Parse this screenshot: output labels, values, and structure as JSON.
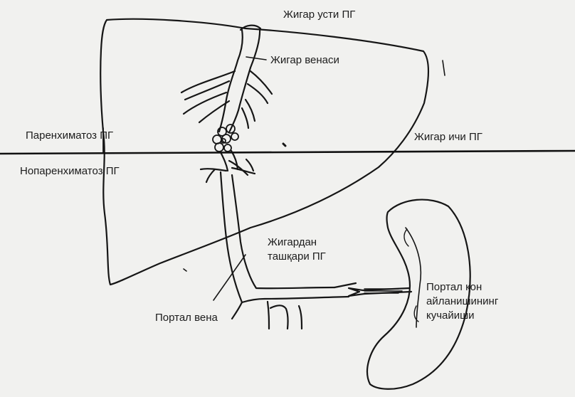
{
  "labels": {
    "suprahepatic": "Жигар усти ПГ",
    "hepatic_vein": "Жигар венаси",
    "parenchymal": "Паренхиматоз ПГ",
    "intrahepatic": "Жигар ичи ПГ",
    "nonparenchymal": "Нопаренхиматоз ПГ",
    "extrahepatic_1": "Жигардан",
    "extrahepatic_2": "ташқари ПГ",
    "portal_vein": "Портал вена",
    "portal_flow_1": "Портал қон",
    "portal_flow_2": "айланишининг",
    "portal_flow_3": "кучайиши"
  }
}
